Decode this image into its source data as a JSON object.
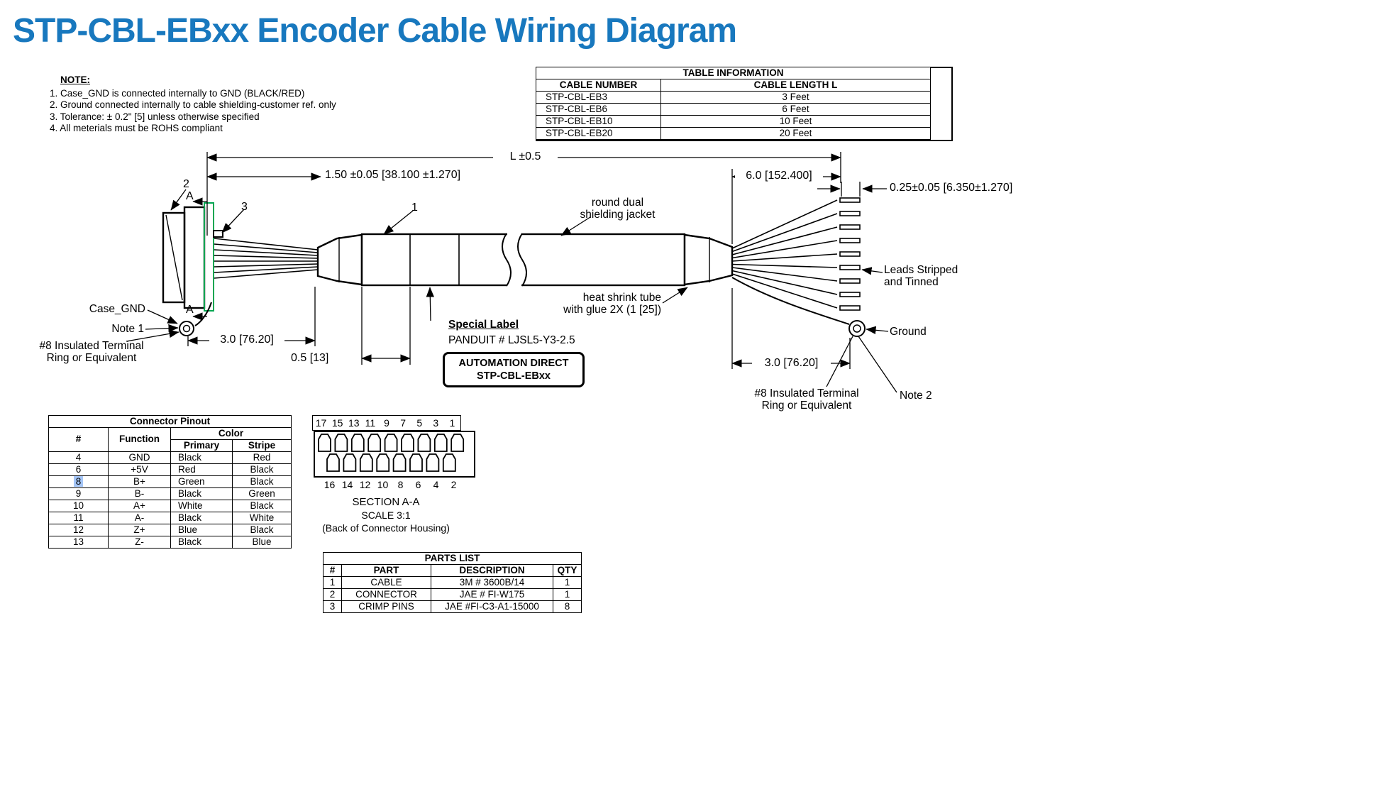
{
  "title": "STP-CBL-EBxx Encoder Cable Wiring Diagram",
  "notes": {
    "heading": "NOTE:",
    "items": [
      "1.  Case_GND is connected internally to GND (BLACK/RED)",
      "2.  Ground connected internally to cable shielding-customer ref. only",
      "3.  Tolerance: ± 0.2\" [5] unless otherwise specified",
      "4.  All meterials must be ROHS compliant"
    ]
  },
  "table_information": {
    "title": "TABLE INFORMATION",
    "headers": {
      "cable_number": "CABLE NUMBER",
      "cable_length": "CABLE LENGTH L"
    },
    "rows": [
      {
        "number": "STP-CBL-EB3",
        "length": "3 Feet"
      },
      {
        "number": "STP-CBL-EB6",
        "length": "6 Feet"
      },
      {
        "number": "STP-CBL-EB10",
        "length": "10 Feet"
      },
      {
        "number": "STP-CBL-EB20",
        "length": "20 Feet"
      }
    ]
  },
  "diagram": {
    "dims": {
      "overall": "L ±0.5",
      "left_boot": "1.50 ±0.05 [38.100 ±1.270]",
      "right_section": "6.0 [152.400]",
      "strip": "0.25±0.05 [6.350±1.270]",
      "left_ground": "3.0 [76.20]",
      "label_offset": "0.5 [13]",
      "right_ground": "3.0 [76.20]"
    },
    "callouts": {
      "c1": "1",
      "c2": "2",
      "c3": "3",
      "section_top": "A",
      "section_bottom": "A"
    },
    "labels": {
      "jacket": "round dual\nshielding jacket",
      "heat_shrink": "heat shrink tube\nwith glue 2X (1 [25])",
      "leads": "Leads Stripped\nand Tinned",
      "ground": "Ground",
      "note2": "Note 2",
      "terminal_right": "#8 Insulated Terminal\nRing or Equivalent",
      "case_gnd": "Case_GND",
      "note1": "Note 1",
      "terminal_left": "#8 Insulated Terminal\nRing or Equivalent",
      "special_label_title": "Special Label",
      "special_label_part": "PANDUIT # LJSL5-Y3-2.5",
      "brand_line1": "AUTOMATION DIRECT",
      "brand_line2": "STP-CBL-EBxx"
    }
  },
  "connector_pinout": {
    "title": "Connector Pinout",
    "headers": {
      "num": "#",
      "function": "Function",
      "color": "Color",
      "primary": "Primary",
      "stripe": "Stripe"
    },
    "rows": [
      {
        "num": "4",
        "function": "GND",
        "primary": "Black",
        "stripe": "Red"
      },
      {
        "num": "6",
        "function": "+5V",
        "primary": "Red",
        "stripe": "Black"
      },
      {
        "num": "8",
        "function": "B+",
        "primary": "Green",
        "stripe": "Black"
      },
      {
        "num": "9",
        "function": "B-",
        "primary": "Black",
        "stripe": "Green"
      },
      {
        "num": "10",
        "function": "A+",
        "primary": "White",
        "stripe": "Black"
      },
      {
        "num": "11",
        "function": "A-",
        "primary": "Black",
        "stripe": "White"
      },
      {
        "num": "12",
        "function": "Z+",
        "primary": "Blue",
        "stripe": "Black"
      },
      {
        "num": "13",
        "function": "Z-",
        "primary": "Black",
        "stripe": "Blue"
      }
    ]
  },
  "section_aa": {
    "top_pins": [
      "17",
      "15",
      "13",
      "11",
      "9",
      "7",
      "5",
      "3",
      "1"
    ],
    "bottom_pins": [
      "16",
      "14",
      "12",
      "10",
      "8",
      "6",
      "4",
      "2"
    ],
    "caption1": "SECTION A-A",
    "caption2": "SCALE 3:1",
    "caption3": "(Back of Connector Housing)"
  },
  "parts_list": {
    "title": "PARTS LIST",
    "headers": {
      "num": "#",
      "part": "PART",
      "description": "DESCRIPTION",
      "qty": "QTY"
    },
    "rows": [
      {
        "num": "1",
        "part": "CABLE",
        "description": "3M # 3600B/14",
        "qty": "1"
      },
      {
        "num": "2",
        "part": "CONNECTOR",
        "description": "JAE # FI-W175",
        "qty": "1"
      },
      {
        "num": "3",
        "part": "CRIMP PINS",
        "description": "JAE #FI-C3-A1-15000",
        "qty": "8"
      }
    ]
  },
  "colors": {
    "title_blue": "#1878be",
    "connector_green": "#00a651",
    "highlight_blue": "#a5c6f7"
  }
}
